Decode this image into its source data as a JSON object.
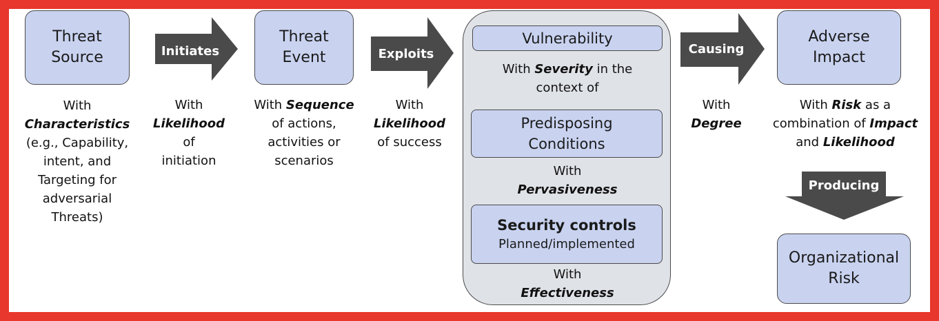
{
  "threat_source": {
    "title_line1": "Threat",
    "title_line2": "Source",
    "desc": [
      {
        "pre": "With",
        "bold": "",
        "post": ""
      },
      {
        "pre": "",
        "bold": "Characteristics",
        "post": ""
      },
      {
        "pre": "(e.g., Capability,",
        "bold": "",
        "post": ""
      },
      {
        "pre": "intent, and",
        "bold": "",
        "post": ""
      },
      {
        "pre": "Targeting for",
        "bold": "",
        "post": ""
      },
      {
        "pre": "adversarial",
        "bold": "",
        "post": ""
      },
      {
        "pre": "Threats)",
        "bold": "",
        "post": ""
      }
    ]
  },
  "arrow_initiates": {
    "label": "Initiates",
    "desc": [
      {
        "pre": "With",
        "bold": "",
        "post": ""
      },
      {
        "pre": "",
        "bold": "Likelihood",
        "post": ""
      },
      {
        "pre": "of",
        "bold": "",
        "post": ""
      },
      {
        "pre": "initiation",
        "bold": "",
        "post": ""
      }
    ]
  },
  "threat_event": {
    "title_line1": "Threat",
    "title_line2": "Event",
    "desc": [
      {
        "pre": "With ",
        "bold": "Sequence",
        "post": ""
      },
      {
        "pre": "of actions,",
        "bold": "",
        "post": ""
      },
      {
        "pre": "activities or",
        "bold": "",
        "post": ""
      },
      {
        "pre": "scenarios",
        "bold": "",
        "post": ""
      }
    ]
  },
  "arrow_exploits": {
    "label": "Exploits",
    "desc": [
      {
        "pre": "With",
        "bold": "",
        "post": ""
      },
      {
        "pre": "",
        "bold": "Likelihood",
        "post": ""
      },
      {
        "pre": "of success",
        "bold": "",
        "post": ""
      }
    ]
  },
  "vulnerability_group": {
    "vulnerability": "Vulnerability",
    "vuln_desc": [
      {
        "pre": "With ",
        "bold": "Severity",
        "post": " in the"
      },
      {
        "pre": "context of",
        "bold": "",
        "post": ""
      }
    ],
    "predisposing_line1": "Predisposing",
    "predisposing_line2": "Conditions",
    "predisposing_desc": [
      {
        "pre": "With",
        "bold": "",
        "post": ""
      },
      {
        "pre": "",
        "bold": "Pervasiveness",
        "post": ""
      }
    ],
    "controls_title": "Security controls",
    "controls_subtitle": "Planned/implemented",
    "controls_desc": [
      {
        "pre": "With",
        "bold": "",
        "post": ""
      },
      {
        "pre": "",
        "bold": "Effectiveness",
        "post": ""
      }
    ]
  },
  "arrow_causing": {
    "label": "Causing",
    "desc": [
      {
        "pre": "With",
        "bold": "",
        "post": ""
      },
      {
        "pre": "",
        "bold": "Degree",
        "post": ""
      }
    ]
  },
  "adverse_impact": {
    "title_line1": "Adverse",
    "title_line2": "Impact",
    "desc": [
      {
        "pre": "With ",
        "bold": "Risk",
        "post": " as a"
      },
      {
        "pre": "combination of ",
        "bold": "Impact",
        "post": ""
      },
      {
        "pre": "and ",
        "bold": "Likelihood",
        "post": ""
      }
    ]
  },
  "arrow_producing": {
    "label": "Producing"
  },
  "organizational_risk": {
    "title_line1": "Organizational",
    "title_line2": "Risk"
  },
  "colors": {
    "frame": "#e8372c",
    "box_fill": "#c9d3f0",
    "group_fill": "#dfe2e7",
    "arrow_fill": "#4a4a4a"
  }
}
